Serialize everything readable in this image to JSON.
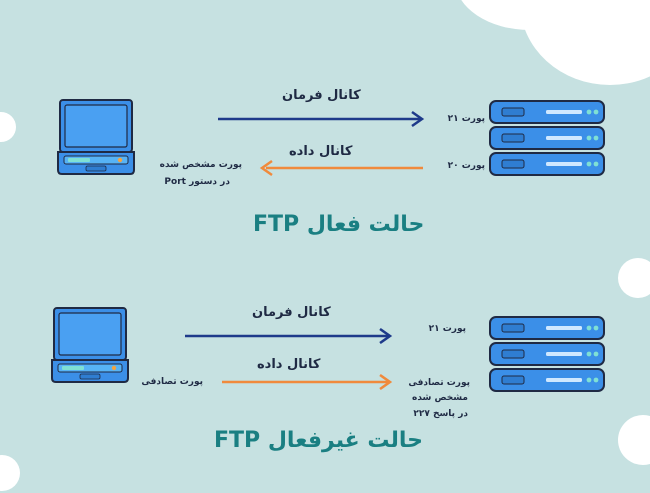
{
  "active": {
    "title": "حالت فعال FTP",
    "command_channel": "کانال فرمان",
    "data_channel": "کانال داده",
    "server_command_port": "پورت ۲۱",
    "server_data_port": "پورت ۲۰",
    "client_port_line1": "پورت مشخص شده",
    "client_port_line2": "در دستور Port"
  },
  "passive": {
    "title": "حالت غیرفعال FTP",
    "command_channel": "کانال فرمان",
    "data_channel": "کانال داده",
    "server_command_port": "پورت ۲۱",
    "server_data_port_line1": "پورت تصادفی",
    "server_data_port_line2": "مشخص شده",
    "server_data_port_line3": "در پاسخ ۲۲۷",
    "client_port": "پورت تصادفی"
  },
  "colors": {
    "background": "#c6e1e1",
    "command_arrow": "#1e3a8a",
    "data_arrow": "#f08a3c",
    "title": "#1a7f82",
    "device": "#3b8fe8"
  }
}
